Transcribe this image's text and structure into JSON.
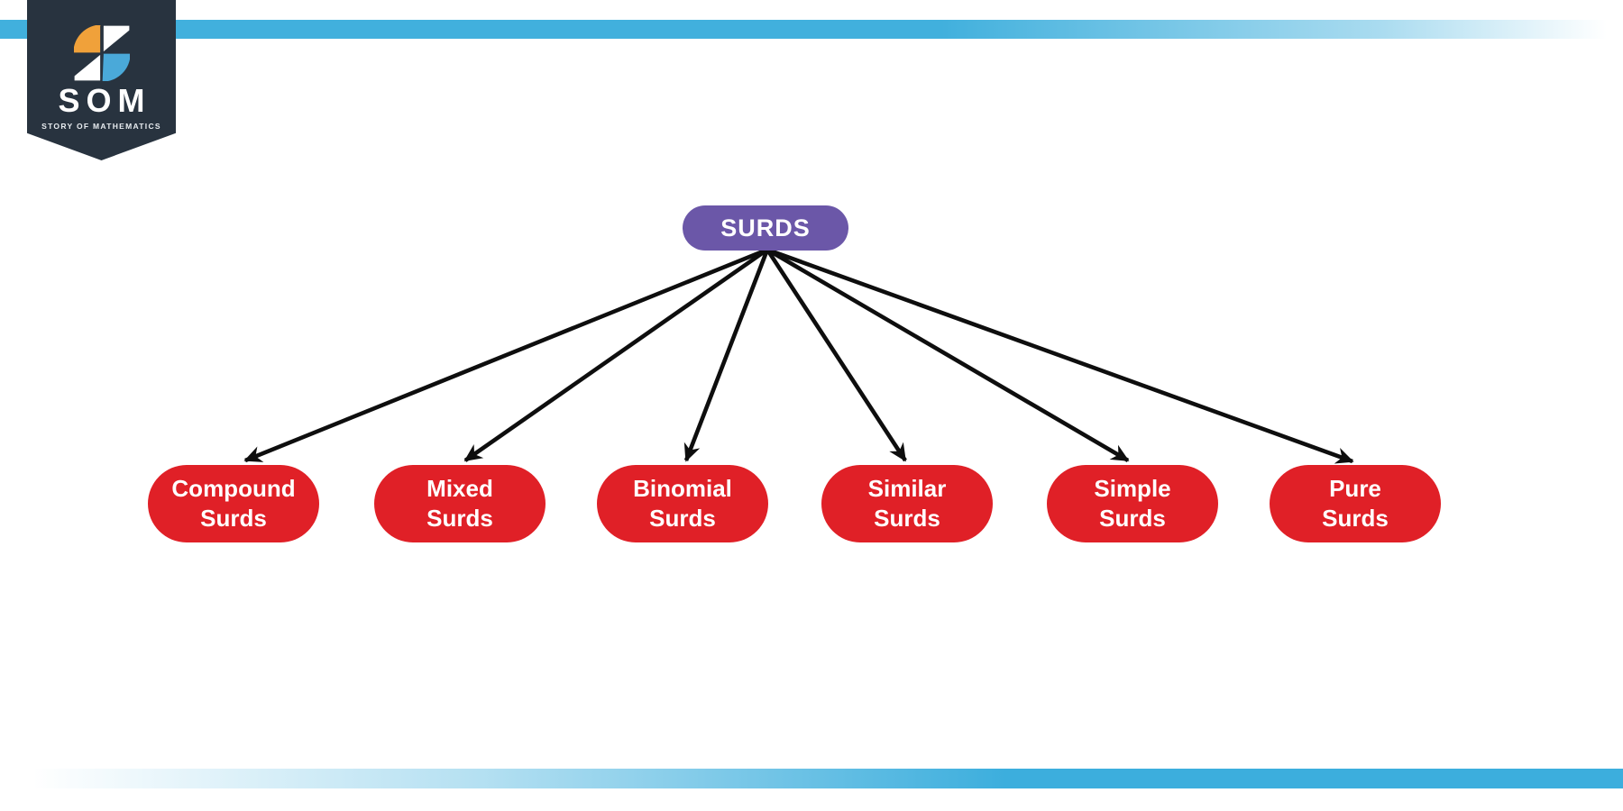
{
  "logo": {
    "acronym": "SOM",
    "tagline": "STORY OF MATHEMATICS"
  },
  "diagram": {
    "root": {
      "label": "SURDS"
    },
    "children": [
      {
        "line1": "Compound",
        "line2": "Surds"
      },
      {
        "line1": "Mixed",
        "line2": "Surds"
      },
      {
        "line1": "Binomial",
        "line2": "Surds"
      },
      {
        "line1": "Similar",
        "line2": "Surds"
      },
      {
        "line1": "Simple",
        "line2": "Surds"
      },
      {
        "line1": "Pure",
        "line2": "Surds"
      }
    ]
  },
  "colors": {
    "root_node_fill": "#6b57a8",
    "child_node_fill": "#e02027",
    "accent_bar_blue": "#41b0dd",
    "banner_navy": "#28333f",
    "logo_orange": "#f0a13a",
    "logo_blue": "#4aa9d9",
    "arrow_black": "#0e0e0e"
  }
}
